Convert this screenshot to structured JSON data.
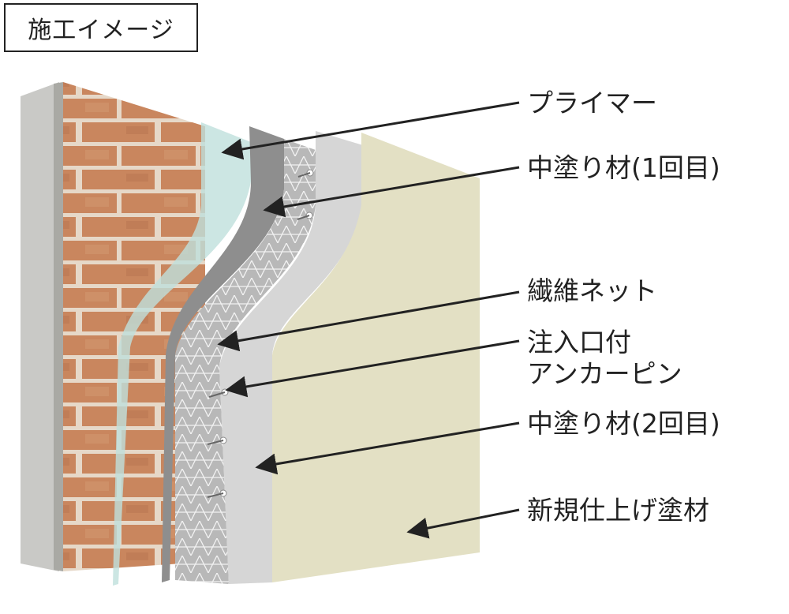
{
  "title": "施工イメージ",
  "labels": [
    {
      "id": "primer",
      "lines": [
        "プライマー"
      ]
    },
    {
      "id": "base-coat-1",
      "lines": [
        "中塗り材(1回目)"
      ]
    },
    {
      "id": "fiber-net",
      "lines": [
        "繊維ネット"
      ]
    },
    {
      "id": "anchor-pin",
      "lines": [
        "注入口付",
        "アンカーピン"
      ]
    },
    {
      "id": "base-coat-2",
      "lines": [
        "中塗り材(2回目)"
      ]
    },
    {
      "id": "finish-coat",
      "lines": [
        "新規仕上げ塗材"
      ]
    }
  ],
  "colors": {
    "concrete": "#c9c9c6",
    "brick": "#c9865e",
    "mortar": "#e6d8c8",
    "primer": "#bfe0dc",
    "coat1": "#8e8e8e",
    "net": "#b9b9b9",
    "coat2": "#d6d6d6",
    "finish": "#e3e0c4",
    "text": "#222222"
  }
}
